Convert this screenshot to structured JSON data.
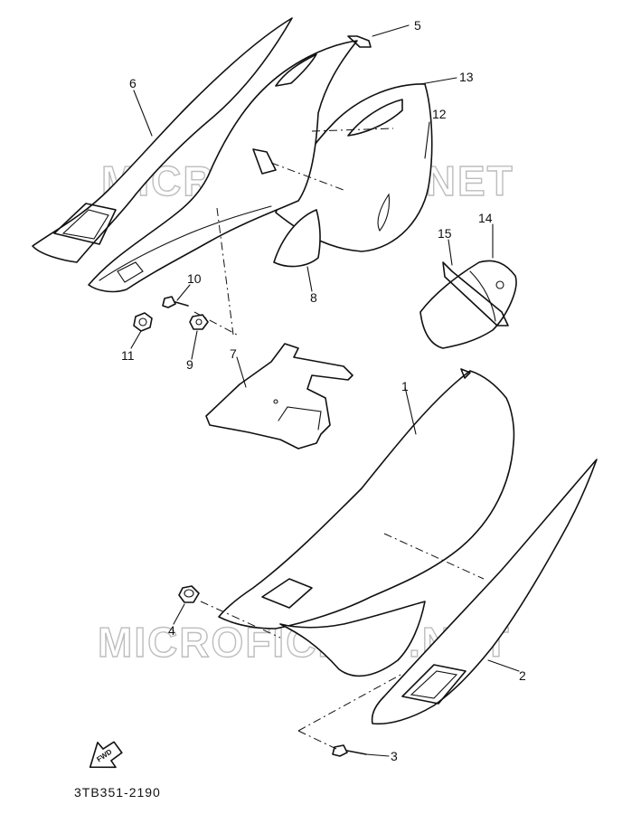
{
  "watermark": "MICROFICHES.NET",
  "diagram_code": "3TB351-2190",
  "forward_indicator": "FWD",
  "callouts": [
    {
      "id": "callout-1",
      "label": "1"
    },
    {
      "id": "callout-2",
      "label": "2"
    },
    {
      "id": "callout-3",
      "label": "3"
    },
    {
      "id": "callout-4",
      "label": "4"
    },
    {
      "id": "callout-5",
      "label": "5"
    },
    {
      "id": "callout-6",
      "label": "6"
    },
    {
      "id": "callout-7",
      "label": "7"
    },
    {
      "id": "callout-8",
      "label": "8"
    },
    {
      "id": "callout-9",
      "label": "9"
    },
    {
      "id": "callout-10",
      "label": "10"
    },
    {
      "id": "callout-11",
      "label": "11"
    },
    {
      "id": "callout-12",
      "label": "12"
    },
    {
      "id": "callout-13",
      "label": "13"
    },
    {
      "id": "callout-14",
      "label": "14"
    },
    {
      "id": "callout-15",
      "label": "15"
    }
  ]
}
